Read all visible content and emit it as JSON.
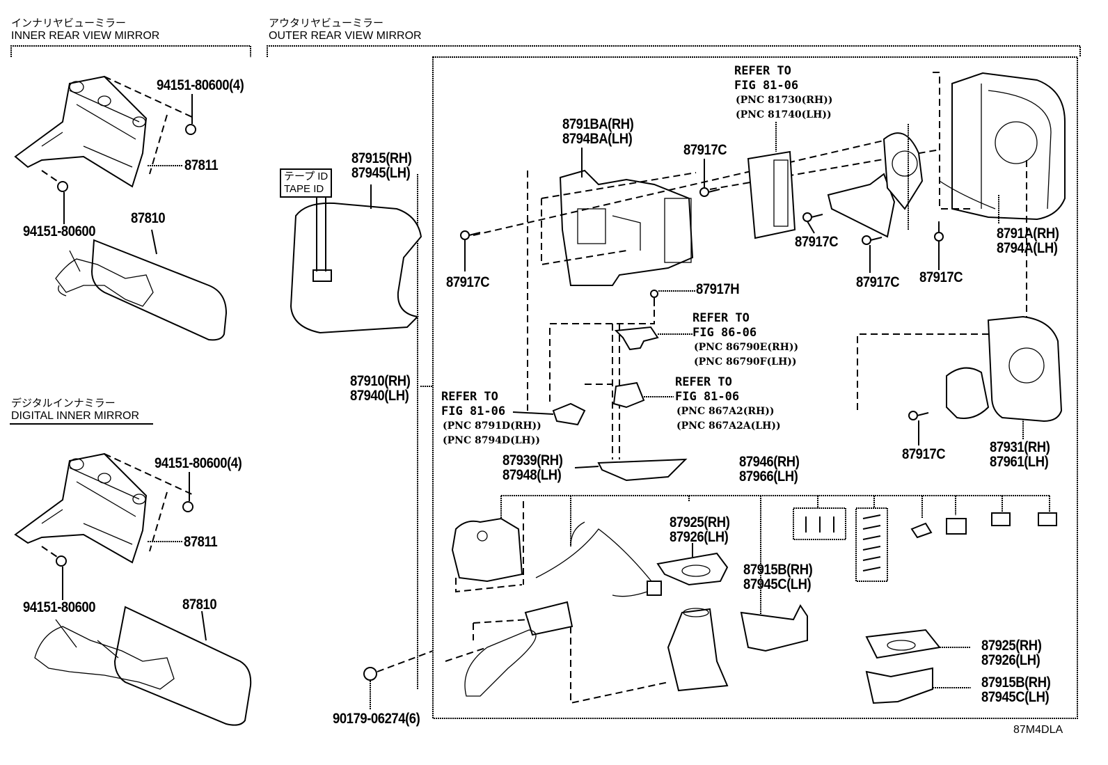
{
  "sections": {
    "inner": {
      "jp": "インナリヤビューミラー",
      "en": "INNER REAR VIEW MIRROR"
    },
    "outer": {
      "jp": "アウタリヤビューミラー",
      "en": "OUTER REAR VIEW MIRROR"
    },
    "digital": {
      "jp": "デジタルインナミラー",
      "en": "DIGITAL INNER MIRROR"
    }
  },
  "tape_id": {
    "jp": "テープ ID",
    "en": "TAPE ID"
  },
  "inner_parts": {
    "nut_top": "94151-80600(4)",
    "bracket": "87811",
    "nut_bottom": "94151-80600",
    "mirror": "87810"
  },
  "digital_parts": {
    "nut_top": "94151-80600(4)",
    "bracket": "87811",
    "nut_bottom": "94151-80600",
    "mirror": "87810"
  },
  "outer_parts": {
    "cover_rh": "87915(RH)",
    "cover_lh": "87945(LH)",
    "assy_rh": "87910(RH)",
    "assy_lh": "87940(LH)",
    "clip": "90179-06274(6)",
    "frame_rh": "8791BA(RH)",
    "frame_lh": "8794BA(LH)",
    "screw_c": "87917C",
    "screw_h": "87917H",
    "housing_rh": "8791A(RH)",
    "housing_lh": "8794A(LH)",
    "glass_rh": "87931(RH)",
    "glass_lh": "87961(LH)",
    "bracket_rh": "87939(RH)",
    "bracket_lh": "87948(LH)",
    "kit_rh": "87946(RH)",
    "kit_lh": "87966(LH)",
    "gasket_rh": "87925(RH)",
    "gasket_lh": "87926(LH)",
    "cap_rh": "87915B(RH)",
    "cap_lh": "87945C(LH)"
  },
  "references": {
    "ref1": {
      "title": "REFER TO",
      "fig": "FIG 81-06",
      "pnc_rh": "(PNC 81730(RH))",
      "pnc_lh": "(PNC 81740(LH))"
    },
    "ref2": {
      "title": "REFER TO",
      "fig": "FIG 86-06",
      "pnc_rh": "(PNC 86790E(RH))",
      "pnc_lh": "(PNC 86790F(LH))"
    },
    "ref3": {
      "title": "REFER TO",
      "fig": "FIG 81-06",
      "pnc_rh": "(PNC 867A2(RH))",
      "pnc_lh": "(PNC 867A2A(LH))"
    },
    "ref4": {
      "title": "REFER TO",
      "fig": "FIG 81-06",
      "pnc_rh": "(PNC 8791D(RH))",
      "pnc_lh": "(PNC 8794D(LH))"
    }
  },
  "figure_code": "87M4DLA"
}
